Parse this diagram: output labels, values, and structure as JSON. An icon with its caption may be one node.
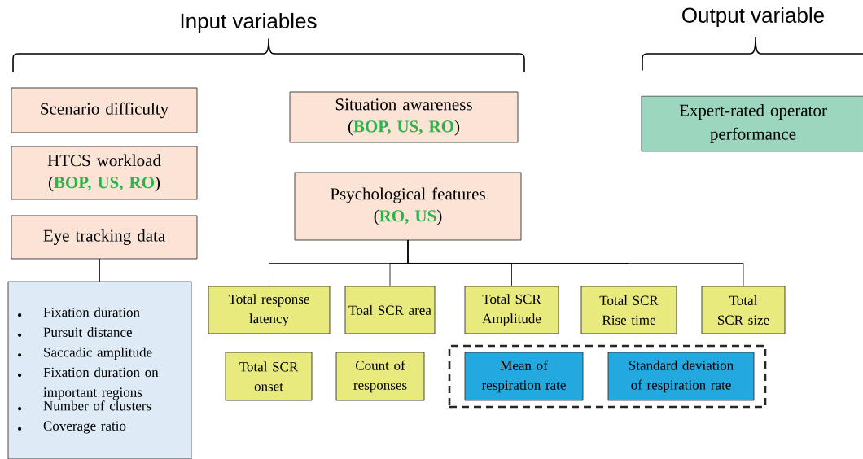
{
  "diagram": {
    "nodes": [
      {
        "text": [
          "Scenario difficulty"
        ]
      },
      {
        "text": [
          "HTCS workload",
          "(**BOP, US, RO**)"
        ]
      },
      {
        "text": [
          "Eye tracking data"
        ]
      },
      {
        "text": [
          "Fixation duration",
          "Pursuit distance",
          "Saccadic amplitude",
          "Fixation duration on important regions",
          "Number of clusters",
          "Coverage ratio"
        ]
      },
      {
        "text": [
          "Situation awareness",
          "(**BOP, US, RO**)"
        ]
      },
      {
        "text": [
          "Psychological features",
          "(**RO, US**)"
        ]
      },
      {
        "text": [
          "Expert-rated operator performance"
        ]
      },
      {
        "text": [
          "Total response latency"
        ]
      },
      {
        "text": [
          "Toal SCR area"
        ]
      },
      {
        "text": [
          "Total SCR Amplitude"
        ]
      },
      {
        "text": [
          "Total SCR Rise time"
        ]
      },
      {
        "text": [
          "Total SCR size"
        ]
      },
      {
        "text": [
          "Total SCR onset"
        ]
      },
      {
        "text": [
          "Count of responses"
        ]
      },
      {
        "text": [],
        "shape": "box"
      },
      {
        "text": [
          "Mean of respiration rate"
        ],
        "in": 14
      },
      {
        "text": [
          "Standard deviation of respiration rate"
        ],
        "in": 14
      }
    ],
    "edges": [
      {
        "from": 2,
        "to": 3,
        "arrow": "none"
      },
      {
        "from": 5,
        "to": 7,
        "arrow": "none"
      },
      {
        "from": 5,
        "to": 8,
        "arrow": "none"
      },
      {
        "from": 5,
        "to": 9,
        "arrow": "none"
      },
      {
        "from": 5,
        "to": 10,
        "arrow": "none"
      },
      {
        "from": 5,
        "to": 11,
        "arrow": "none"
      }
    ],
    "labels": [
      "Input variables",
      "Output variable"
    ]
  }
}
